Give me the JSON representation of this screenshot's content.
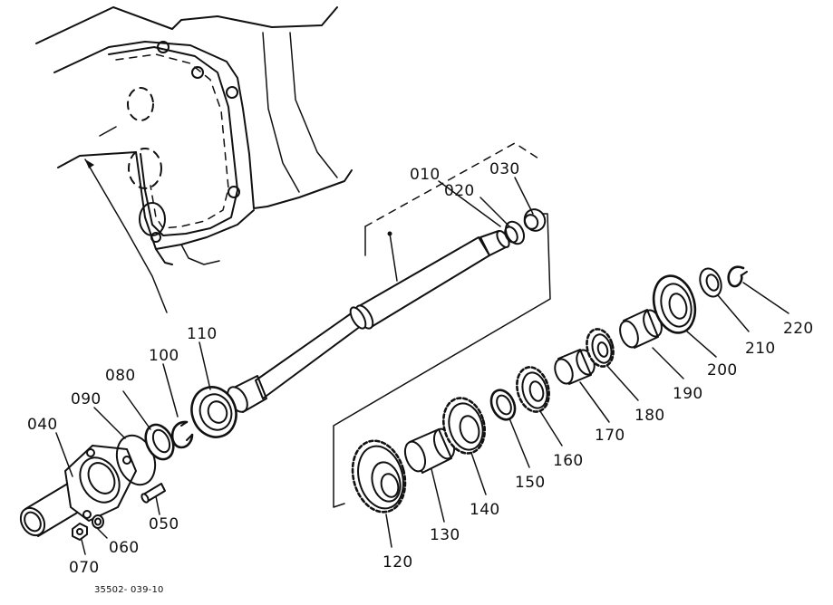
{
  "colors": {
    "ink": "#111111",
    "paper": "#ffffff"
  },
  "part_labels": {
    "p010": "010",
    "p020": "020",
    "p030": "030",
    "p040": "040",
    "p050": "050",
    "p060": "060",
    "p070": "070",
    "p080": "080",
    "p090": "090",
    "p100": "100",
    "p110": "110",
    "p120": "120",
    "p130": "130",
    "p140": "140",
    "p150": "150",
    "p160": "160",
    "p170": "170",
    "p180": "180",
    "p190": "190",
    "p200": "200",
    "p210": "210",
    "p220": "220"
  },
  "drawing_number": "35502- 039-10"
}
